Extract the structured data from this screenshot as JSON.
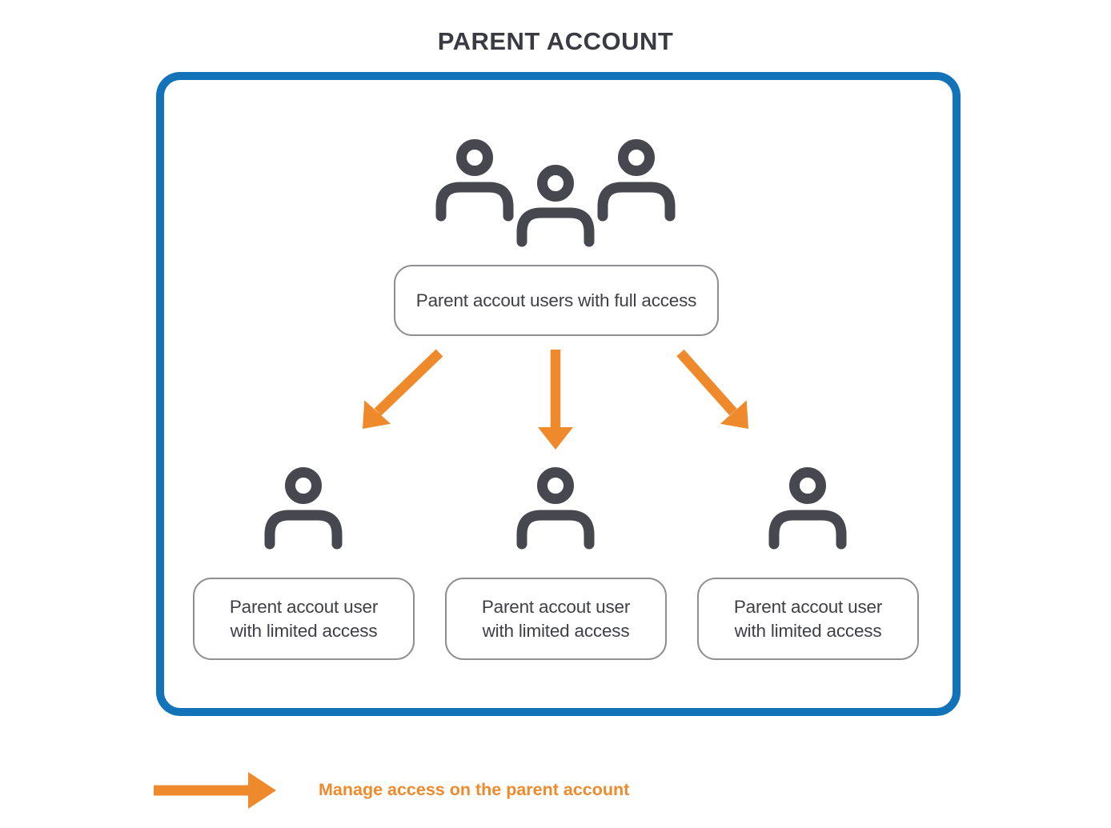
{
  "title": "PARENT ACCOUNT",
  "diagram": {
    "full_access_node": {
      "label": "Parent accout users with full access"
    },
    "limited_nodes": [
      {
        "label": "Parent accout user with limited access"
      },
      {
        "label": "Parent accout user with limited access"
      },
      {
        "label": "Parent accout user with limited access"
      }
    ],
    "icons": {
      "top_icon": "users-group-icon",
      "limited_icon": "user-icon",
      "connector_icon": "orange-arrow-down"
    }
  },
  "legend": {
    "label": "Manage access on the parent account",
    "icon": "orange-arrow-right"
  },
  "colors": {
    "accent-blue": "#1273B9",
    "accent-orange": "#EE8A2C",
    "icon-dark": "#47474F",
    "node-border": "#8E8F93",
    "text-dark": "#3F4046",
    "title-dark": "#393A42"
  }
}
